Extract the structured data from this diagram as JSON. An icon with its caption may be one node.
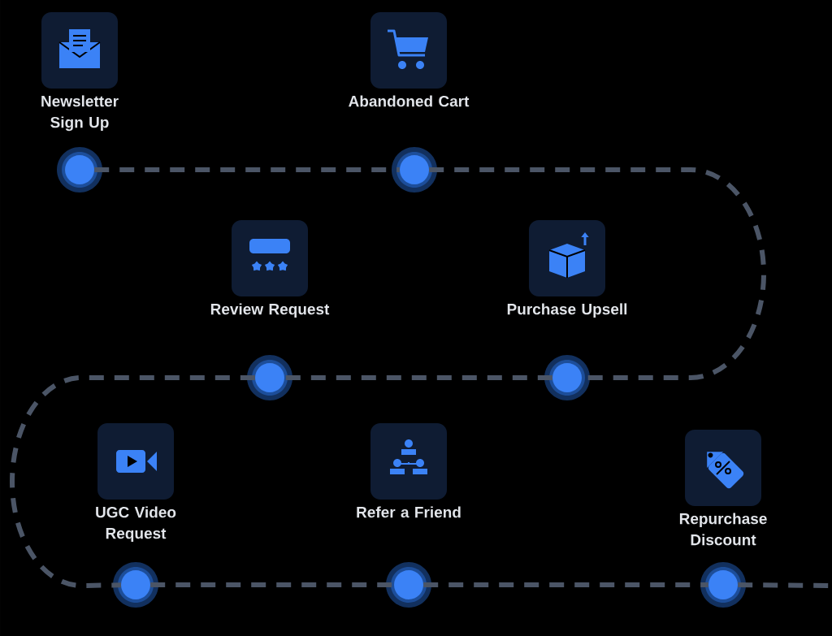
{
  "diagram": {
    "nodes": [
      {
        "text": [
          "Newsletter Sign Up"
        ]
      },
      {
        "text": [
          "Abandoned Cart"
        ]
      },
      {
        "text": [
          "Review Request"
        ]
      },
      {
        "text": [
          "Purchase Upsell"
        ]
      },
      {
        "text": [
          "UGC Video Request"
        ]
      },
      {
        "text": [
          "Refer a Friend"
        ]
      },
      {
        "text": [
          "Repurchase Discount"
        ]
      },
      {
        "text": [],
        "shape": "circle"
      },
      {
        "text": [],
        "shape": "circle"
      },
      {
        "text": [],
        "shape": "circle"
      },
      {
        "text": [],
        "shape": "circle"
      },
      {
        "text": [],
        "shape": "circle"
      },
      {
        "text": [],
        "shape": "circle"
      },
      {
        "text": [],
        "shape": "circle"
      }
    ],
    "edges": [
      {
        "from": 7,
        "to": 8,
        "arrow": "none",
        "style": "dashed"
      },
      {
        "from": 8,
        "to": 10,
        "arrow": "none",
        "style": "dashed"
      },
      {
        "from": 10,
        "to": 9,
        "arrow": "none",
        "style": "dashed"
      },
      {
        "from": 9,
        "to": 11,
        "arrow": "none",
        "style": "dashed"
      },
      {
        "from": 11,
        "to": 12,
        "arrow": "none",
        "style": "dashed"
      },
      {
        "from": 12,
        "to": 13,
        "arrow": "none",
        "style": "dashed"
      },
      {
        "from": 13,
        "to": null,
        "arrow": "none",
        "style": "dashed"
      }
    ]
  }
}
